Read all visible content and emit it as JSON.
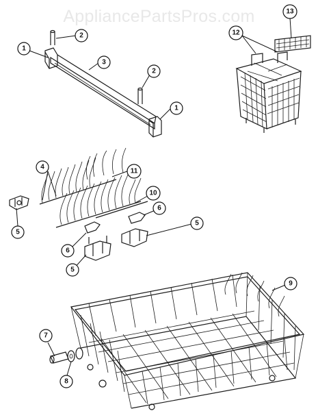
{
  "watermark": "AppliancePartsPros.com",
  "callouts": [
    "1",
    "2",
    "3",
    "2",
    "1",
    "12",
    "13",
    "4",
    "11",
    "10",
    "6",
    "5",
    "6",
    "5",
    "5",
    "9",
    "7",
    "8"
  ]
}
